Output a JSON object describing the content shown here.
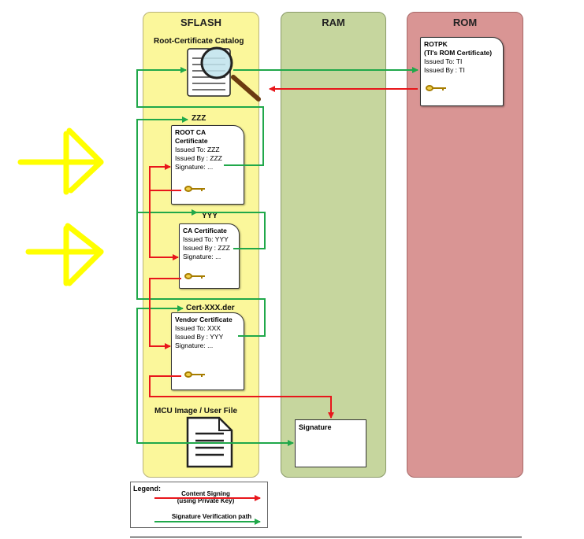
{
  "columns": {
    "sflash": "SFLASH",
    "ram": "RAM",
    "rom": "ROM"
  },
  "labels": {
    "root_catalog": "Root-Certificate Catalog",
    "zzz": "ZZZ",
    "yyy": "YYY",
    "cert_xxx": "Cert-XXX.der",
    "mcu_image": "MCU Image / User File"
  },
  "certificates": {
    "rotpk": {
      "line1": "ROTPK",
      "line2": "(TI's ROM Certificate)",
      "issued_to": "Issued To: TI",
      "issued_by": "Issued By : TI"
    },
    "root_ca": {
      "line1": "ROOT CA",
      "line2": "Certificate",
      "issued_to": "Issued To: ZZZ",
      "issued_by": "Issued By : ZZZ",
      "signature": "Signature: ..."
    },
    "ca": {
      "line1": "CA Certificate",
      "issued_to": "Issued To: YYY",
      "issued_by": "Issued By : ZZZ",
      "signature": "Signature: ..."
    },
    "vendor": {
      "line1": "Vendor Certificate",
      "issued_to": "Issued To: XXX",
      "issued_by": "Issued By : YYY",
      "signature": "Signature: ..."
    }
  },
  "ram_box": "Signature",
  "legend": {
    "title": "Legend:",
    "signing_line1": "Content Signing",
    "signing_line2": "(using Private Key)",
    "verification": "Signature Verification path"
  },
  "colors": {
    "signing": "#e8161b",
    "verification": "#20a84a",
    "highlight_arrow": "#ffff00"
  },
  "icons": [
    "magnifier-icon",
    "key-icon",
    "document-icon",
    "arrow-right-icon"
  ]
}
